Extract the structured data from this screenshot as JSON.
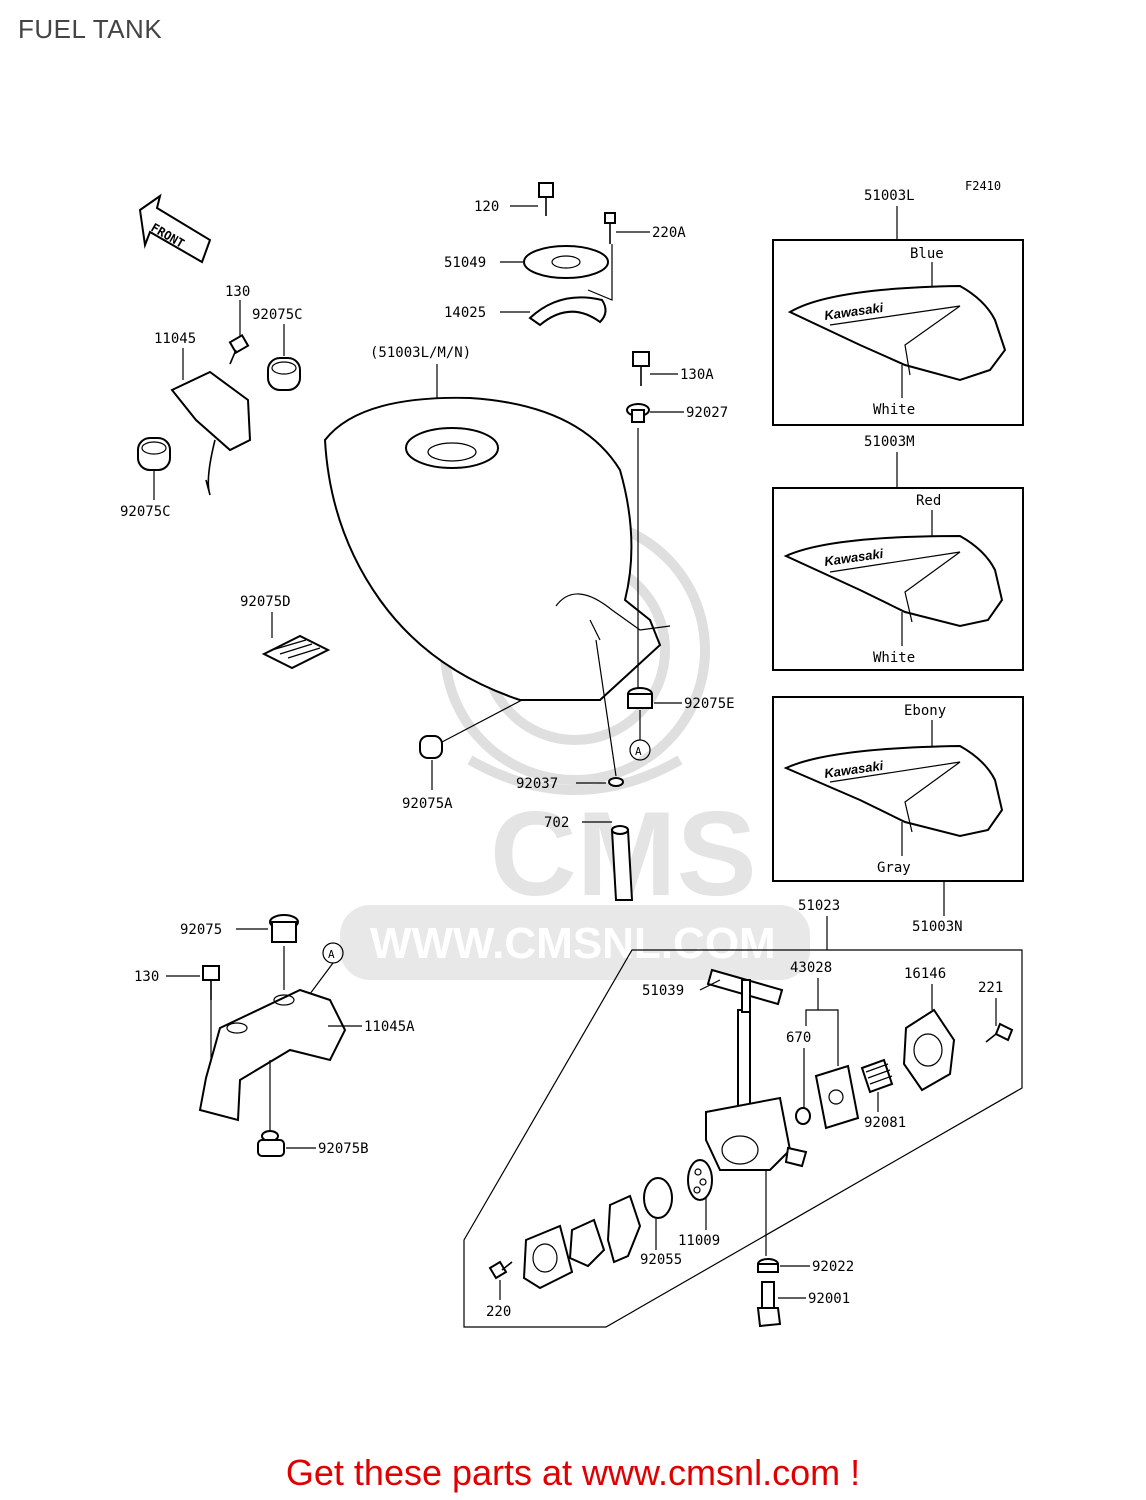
{
  "header": {
    "title": "FUEL TANK"
  },
  "figure": {
    "code": "F2410",
    "front_arrow": "FRONT"
  },
  "watermark": {
    "brand": "CMS",
    "url": "WWW.CMSNL.COM"
  },
  "callouts": {
    "p120": "120",
    "p220A": "220A",
    "p51049": "51049",
    "p14025": "14025",
    "p130_top": "130",
    "p92075C_top": "92075C",
    "p11045": "11045",
    "p92075C_bottom": "92075C",
    "p51003LMN": "(51003L/M/N)",
    "p130A": "130A",
    "p92027": "92027",
    "p92075D": "92075D",
    "p92075E": "92075E",
    "p92075A": "92075A",
    "p92037": "92037",
    "p702": "702",
    "p92075": "92075",
    "p130_bottom": "130",
    "p11045A": "11045A",
    "p92075B": "92075B",
    "p51023": "51023",
    "p51039": "51039",
    "p43028": "43028",
    "p16146": "16146",
    "p221": "221",
    "p670": "670",
    "p92081": "92081",
    "p11009": "11009",
    "p92055": "92055",
    "p92022": "92022",
    "p92001": "92001",
    "p220": "220",
    "ref_a1": "A",
    "ref_a2": "A"
  },
  "variants": [
    {
      "part": "51003L",
      "brand": "Kawasaki",
      "upper_color": "Blue",
      "lower_color": "White"
    },
    {
      "part": "51003M",
      "brand": "Kawasaki",
      "upper_color": "Red",
      "lower_color": "White"
    },
    {
      "part": "51003N",
      "brand": "Kawasaki",
      "upper_color": "Ebony",
      "lower_color": "Gray"
    }
  ],
  "footer": {
    "link_text": "Get these parts at www.cmsnl.com !"
  },
  "colors": {
    "footer_link": "#e00000",
    "title_text": "#444444",
    "watermark": "#d9d9d9"
  }
}
